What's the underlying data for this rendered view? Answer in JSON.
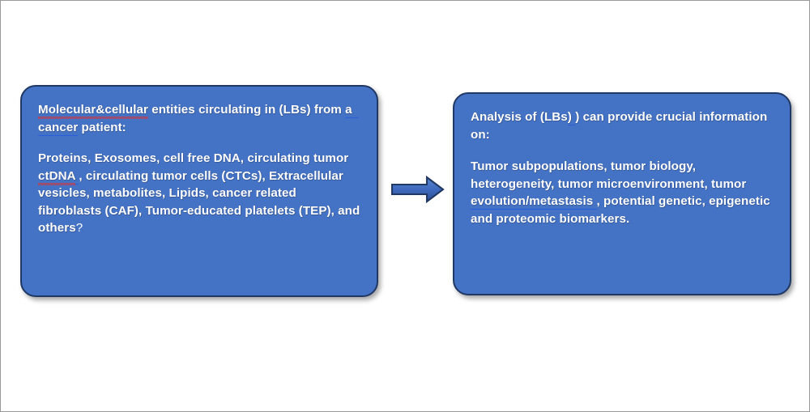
{
  "slide": {
    "background_color": "#FFFFFF",
    "frame_border_color": "#9A9A9A"
  },
  "theme": {
    "box_fill": "#4472C4",
    "box_border": "#1F3864",
    "text_color": "#FFFFFF",
    "arrow_fill": "#4472C4",
    "arrow_outline": "#1F3864",
    "spellcheck_underline": "#E03030",
    "grammar_underline": "#2B5FD9"
  },
  "left_box": {
    "heading": {
      "spell_flagged": "Molecular&cellular",
      "after_flag": " entities circulating in (LBs) from ",
      "grammar_flagged": "a  cancer",
      "tail": " patient:"
    },
    "body": {
      "before_flag": "Proteins, Exosomes, cell free DNA, circulating tumor ",
      "spell_flagged": "ctDNA",
      "grammar_space": " ",
      "after_flag": ", circulating tumor cells (CTCs), Extracellular vesicles, metabolites, Lipids, cancer related fibroblasts (CAF), Tumor-educated platelets (TEP), and others",
      "tail_light": "?"
    },
    "plain_heading": "Molecular&cellular entities circulating in (LBs) from a  cancer patient:",
    "plain_body": "Proteins, Exosomes, cell free DNA, circulating tumor ctDNA , circulating tumor cells (CTCs), Extracellular vesicles, metabolites, Lipids, cancer related fibroblasts (CAF), Tumor-educated platelets (TEP), and others?"
  },
  "right_box": {
    "heading": {
      "before_flag": "Analysis of (LBs",
      "grammar_flagged": ") ",
      "after_flag": ") can provide crucial information on:"
    },
    "body": {
      "before_flag": "Tumor subpopulations, tumor biology, heterogeneity, tumor microenvironment, tumor ",
      "grammar_flagged": "evolution/metastasis ",
      "after_flag": ", potential genetic, epigenetic and proteomic biomarkers."
    },
    "plain_heading": "Analysis of (LBs) ) can provide crucial information on:",
    "plain_body": "Tumor subpopulations, tumor biology, heterogeneity, tumor microenvironment, tumor evolution/metastasis , potential genetic, epigenetic and proteomic biomarkers."
  },
  "connector": {
    "icon": "right-block-arrow-icon",
    "direction": "right"
  }
}
